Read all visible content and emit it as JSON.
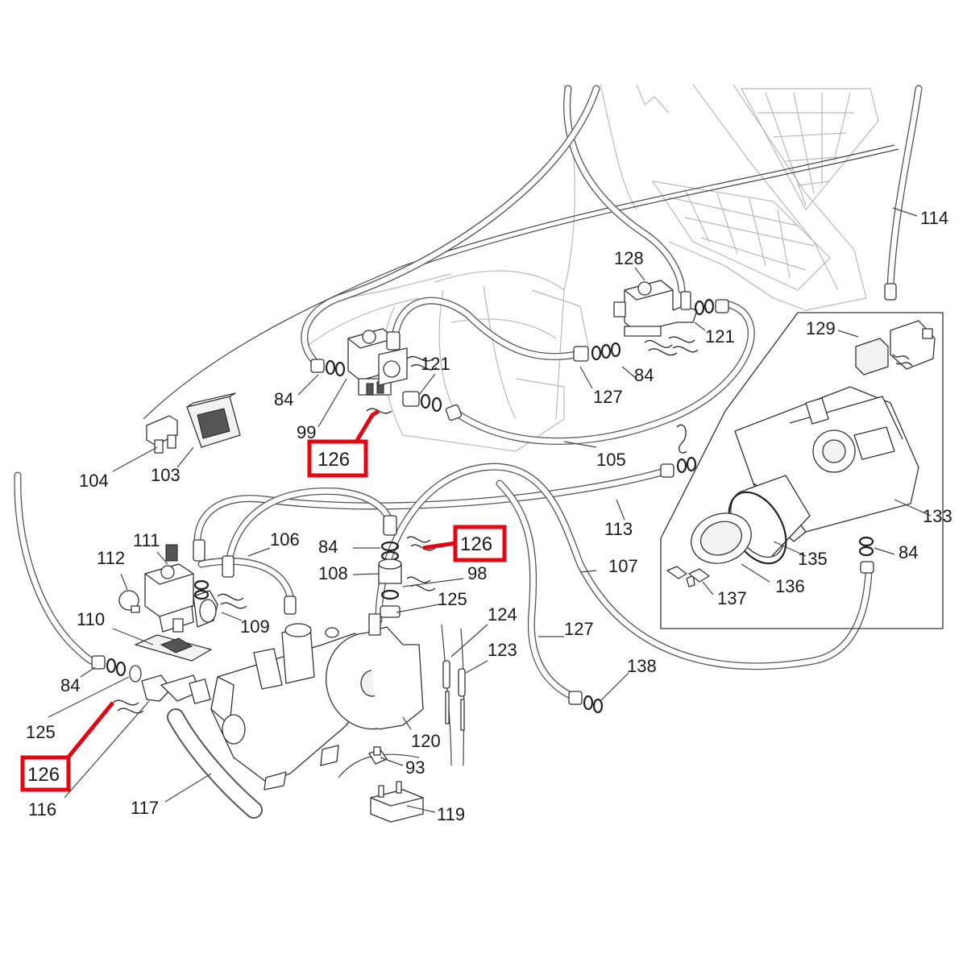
{
  "labels": {
    "l114": "114",
    "l128": "128",
    "l121a": "121",
    "l121b": "121",
    "l129": "129",
    "l84a": "84",
    "l84b": "84",
    "l84c": "84",
    "l84d": "84",
    "l84e": "84",
    "l127a": "127",
    "l127b": "127",
    "l99": "99",
    "l105": "105",
    "l104": "104",
    "l103": "103",
    "l133": "133",
    "l111": "111",
    "l106": "106",
    "l112": "112",
    "l113": "113",
    "l108": "108",
    "l98": "98",
    "l135": "135",
    "l107": "107",
    "l136": "136",
    "l137": "137",
    "l110": "110",
    "l125a": "125",
    "l125b": "125",
    "l109": "109",
    "l124": "124",
    "l123": "123",
    "l138": "138",
    "l120": "120",
    "l93": "93",
    "l116": "116",
    "l117": "117",
    "l119": "119"
  },
  "highlighted": {
    "h126a": "126",
    "h126b": "126",
    "h126c": "126"
  },
  "highlight_color": "#e30613"
}
